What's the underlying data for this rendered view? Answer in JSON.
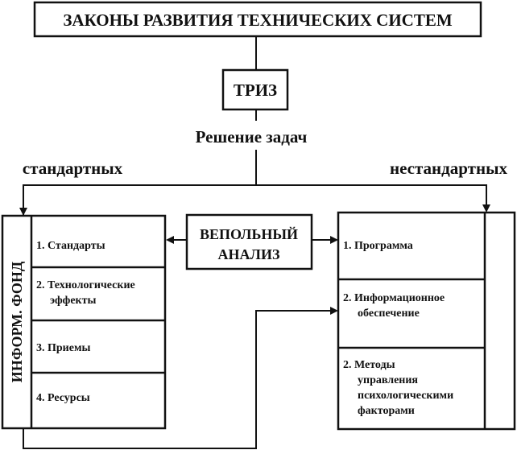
{
  "title": "ЗАКОНЫ РАЗВИТИЯ ТЕХНИЧЕСКИХ СИСТЕМ",
  "triz": "ТРИЗ",
  "solving": "Решение задач",
  "standard": "стандартных",
  "nonstandard": "нестандартных",
  "vepol": {
    "line1": "ВЕПОЛЬНЫЙ",
    "line2": "АНАЛИЗ"
  },
  "left_box": {
    "side_label": "ИНФОРМ. ФОНД",
    "items": [
      {
        "line1": "1. Стандарты",
        "line2": ""
      },
      {
        "line1": "2. Технологические",
        "line2": "эффекты"
      },
      {
        "line1": "3. Приемы",
        "line2": ""
      },
      {
        "line1": "4. Ресурсы",
        "line2": ""
      }
    ]
  },
  "right_box": {
    "items": [
      {
        "lines": [
          "1. Программа"
        ]
      },
      {
        "lines": [
          "2. Информационное",
          "обеспечение"
        ]
      },
      {
        "lines": [
          "2. Методы",
          "управления",
          "психологическими",
          "факторами"
        ]
      }
    ]
  }
}
